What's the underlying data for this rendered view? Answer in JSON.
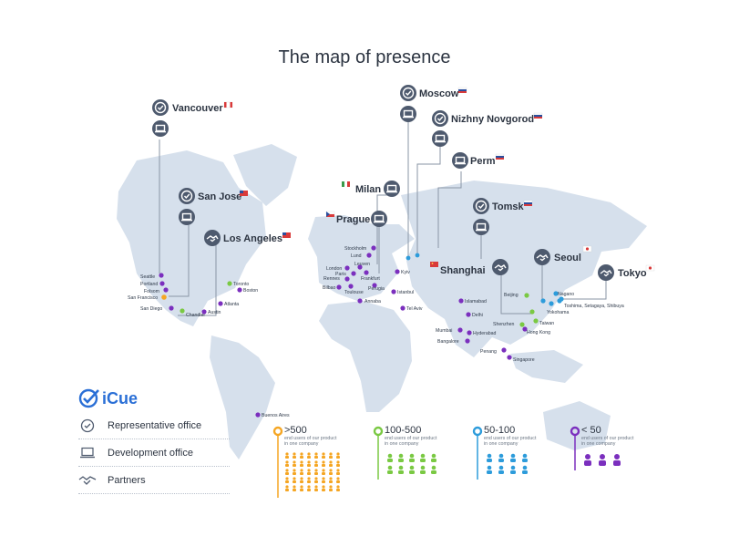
{
  "title": "The map of presence",
  "offices": [
    {
      "city": "Vancouver"
    },
    {
      "city": "San Jose"
    },
    {
      "city": "Los Angeles"
    },
    {
      "city": "Moscow"
    },
    {
      "city": "Nizhny Novgorod"
    },
    {
      "city": "Perm"
    },
    {
      "city": "Milan"
    },
    {
      "city": "Prague"
    },
    {
      "city": "Tomsk"
    },
    {
      "city": "Shanghai"
    },
    {
      "city": "Seoul"
    },
    {
      "city": "Tokyo"
    }
  ],
  "client_cities": [
    "Seattle",
    "Portland",
    "Folsom",
    "San Francisco",
    "San Diego",
    "Chandler",
    "Austin",
    "Atlanta",
    "Toronto",
    "Boston",
    "Stockholm",
    "Lund",
    "London",
    "Paris",
    "Rennes",
    "Leuven",
    "Frankfurt",
    "Bilbao",
    "Toulouse",
    "Perugia",
    "Annaba",
    "Istanbul",
    "Kyiv",
    "Tel Aviv",
    "Islamabad",
    "Delhi",
    "Mumbai",
    "Hyderabad",
    "Bangalore",
    "Penang",
    "Singapore",
    "Shenzhen",
    "Hong Kong",
    "Taiwan",
    "Beijing",
    "Nagano",
    "Yokohama",
    "Toshima, Setagaya, Shibuya",
    "Buenos Aires"
  ],
  "legend": {
    "logo": "iCue",
    "items": [
      {
        "label": "Representative office",
        "icon": "check-circle-icon"
      },
      {
        "label": "Development office",
        "icon": "laptop-icon"
      },
      {
        "label": "Partners",
        "icon": "handshake-icon"
      }
    ]
  },
  "tiers": [
    {
      "value": ">500",
      "caption": "end users of our product in one company",
      "color": "#f5a623"
    },
    {
      "value": "100-500",
      "caption": "end users of our product in one company",
      "color": "#7ac943"
    },
    {
      "value": "50-100",
      "caption": "end users of our product in one company",
      "color": "#2d9cdb"
    },
    {
      "value": "< 50",
      "caption": "end users of our product in one company",
      "color": "#7b2fbe"
    }
  ]
}
